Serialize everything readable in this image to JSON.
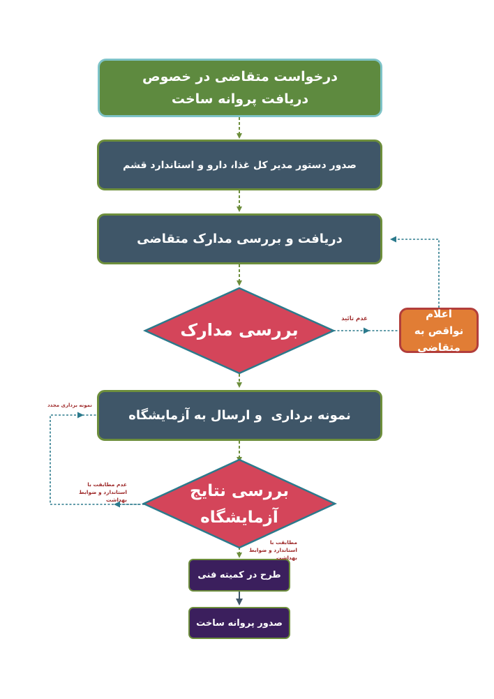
{
  "nodes": {
    "request": "درخواست متقاضی در خصوص دریافت پروانه ساخت",
    "order": "صدور دستور مدیر کل غذا، دارو و استاندارد قشم",
    "receive_docs": "دریافت و بررسی مدارک متقاضی",
    "check_docs": "بررسی مدارک",
    "announce_defects": "اعلام نواقص به متقاضی",
    "sampling": "نمونه برداری  و ارسال به آزمایشگاه",
    "check_lab": "بررسی نتایج آزمایشگاه",
    "committee": "طرح در کمیته فنی",
    "issue_permit": "صدور پروانه ساخت"
  },
  "edge_labels": {
    "not_approved": "عدم تائید",
    "resample": "نمونه برداری مجدد",
    "non_compliance": "عدم مطابقت با استاندارد و ضوابط بهداشت",
    "compliance": "مطابقت با استاندارد و ضوابط بهداشت"
  },
  "colors": {
    "start_box": "#5e8a3f",
    "process_box": "#3f5668",
    "decision": "#d4455a",
    "defect_box": "#e17d35",
    "final_box": "#3b1f5d",
    "arrow_main": "#6d8e3c",
    "arrow_feedback": "#2b7a8c",
    "edge_label": "#9e2a2a"
  }
}
